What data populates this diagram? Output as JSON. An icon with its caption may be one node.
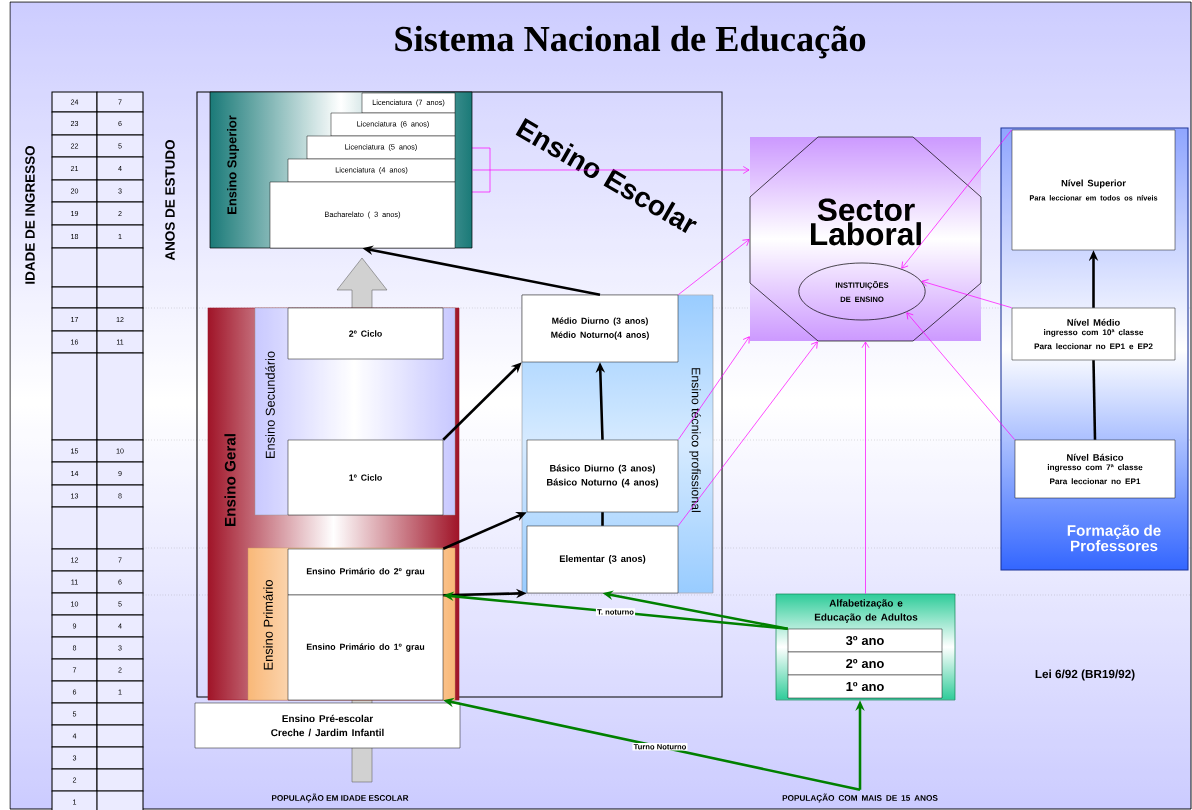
{
  "diagram": {
    "title": "Sistema Nacional de Educação",
    "nodes": [
      {
        "text": [
          "Ensino Escolar"
        ]
      },
      {
        "text": [
          "Ensino Superior"
        ],
        "in": 0
      },
      {
        "text": [
          "Licenciatura (7 anos)"
        ],
        "in": 1
      },
      {
        "text": [
          "Licenciatura (6 anos)"
        ],
        "in": 1
      },
      {
        "text": [
          "Licenciatura (5 anos)"
        ],
        "in": 1
      },
      {
        "text": [
          "Licenciatura (4 anos)"
        ],
        "in": 1
      },
      {
        "text": [
          "Bacharelato ( 3 anos)"
        ],
        "in": 1
      },
      {
        "text": [
          "Ensino Geral"
        ],
        "in": 0
      },
      {
        "text": [
          "Ensino Secundário"
        ],
        "in": 7
      },
      {
        "text": [
          "2º Ciclo"
        ],
        "in": 8
      },
      {
        "text": [
          "1º Ciclo"
        ],
        "in": 8
      },
      {
        "text": [
          "Ensino Primário"
        ],
        "in": 7
      },
      {
        "text": [
          "Ensino Primário do 2º grau"
        ],
        "in": 11
      },
      {
        "text": [
          "Ensino Primário do 1º grau"
        ],
        "in": 11
      },
      {
        "text": [
          "Ensino técnico profissional"
        ],
        "in": 0
      },
      {
        "text": [
          "Médio Diurno (3 anos)",
          "Médio Noturno(4 anos)"
        ],
        "in": 14
      },
      {
        "text": [
          "Básico Diurno (3 anos)",
          "Básico Noturno (4 anos)"
        ],
        "in": 14
      },
      {
        "text": [
          "Elementar (3 anos)"
        ],
        "in": 14
      },
      {
        "text": [
          "Ensino Pré-escolar",
          "Creche / Jardim Infantil"
        ]
      },
      {
        "text": [
          "Sector Laboral"
        ]
      },
      {
        "text": [
          "INSTITUIÇÕES DE ENSINO"
        ],
        "in": 19
      },
      {
        "text": [
          "Formação de Professores"
        ]
      },
      {
        "text": [
          "Nível Superior",
          "Para leccionar em todos os níveis"
        ],
        "in": 21
      },
      {
        "text": [
          "Nível Médio",
          "ingresso com 10ª classe",
          "Para leccionar no EP1 e EP2"
        ],
        "in": 21
      },
      {
        "text": [
          "Nível Básico",
          "ingresso com 7ª classe",
          "Para leccionar no EP1"
        ],
        "in": 21
      },
      {
        "text": [
          "Alfabetização e Educação de Adultos"
        ]
      },
      {
        "text": [
          "3º ano"
        ],
        "in": 25
      },
      {
        "text": [
          "2º ano"
        ],
        "in": 25
      },
      {
        "text": [
          "1º ano"
        ],
        "in": 25
      },
      {
        "text": [
          "POPULAÇÃO COM MAIS DE 15 ANOS"
        ]
      }
    ],
    "edges": [
      {
        "from": 15,
        "to": 6,
        "arrow": "to"
      },
      {
        "from": 10,
        "to": 15,
        "arrow": "to"
      },
      {
        "from": 16,
        "to": 15,
        "arrow": "to"
      },
      {
        "from": 17,
        "to": 16,
        "arrow": "none"
      },
      {
        "from": 12,
        "to": 16,
        "arrow": "to"
      },
      {
        "from": 12,
        "to": 17,
        "arrow": "to"
      },
      {
        "from": 24,
        "to": 23,
        "arrow": "none"
      },
      {
        "from": 23,
        "to": 22,
        "arrow": "to"
      },
      {
        "from": 1,
        "to": 19,
        "arrow": "to",
        "color": "#ff00ff"
      },
      {
        "from": 15,
        "to": 19,
        "arrow": "to",
        "color": "#ff00ff"
      },
      {
        "from": 16,
        "to": 19,
        "arrow": "to",
        "color": "#ff00ff"
      },
      {
        "from": 17,
        "to": 19,
        "arrow": "to",
        "color": "#ff00ff"
      },
      {
        "from": 25,
        "to": 19,
        "arrow": "to",
        "color": "#ff00ff"
      },
      {
        "from": 22,
        "to": 20,
        "arrow": "to",
        "color": "#ff00ff"
      },
      {
        "from": 23,
        "to": 20,
        "arrow": "to",
        "color": "#ff00ff"
      },
      {
        "from": 24,
        "to": 20,
        "arrow": "to",
        "color": "#ff00ff"
      },
      {
        "from": 29,
        "to": 25,
        "arrow": "to",
        "color": "#008000"
      },
      {
        "from": 29,
        "to": 13,
        "arrow": "to",
        "color": "#008000",
        "label": "Turno Noturno"
      },
      {
        "from": 26,
        "to": 17,
        "arrow": "to",
        "color": "#008000"
      },
      {
        "from": 26,
        "to": 12,
        "arrow": "to",
        "color": "#008000",
        "label": "T. noturno"
      }
    ],
    "labels": [
      "IDADE DE INGRESSO",
      "ANOS DE ESTUDO",
      "24",
      "7",
      "23",
      "6",
      "22",
      "5",
      "21",
      "4",
      "20",
      "3",
      "19",
      "2",
      "18",
      "1",
      "17",
      "12",
      "16",
      "11",
      "15",
      "10",
      "14",
      "9",
      "13",
      "8",
      "12",
      "7",
      "11",
      "6",
      "10",
      "5",
      "9",
      "4",
      "8",
      "3",
      "7",
      "2",
      "6",
      "1",
      "5",
      "4",
      "3",
      "2",
      "1",
      "Lei 6/92 (BR19/92)",
      "POPULAÇÃO EM IDADE ESCOLAR"
    ]
  }
}
